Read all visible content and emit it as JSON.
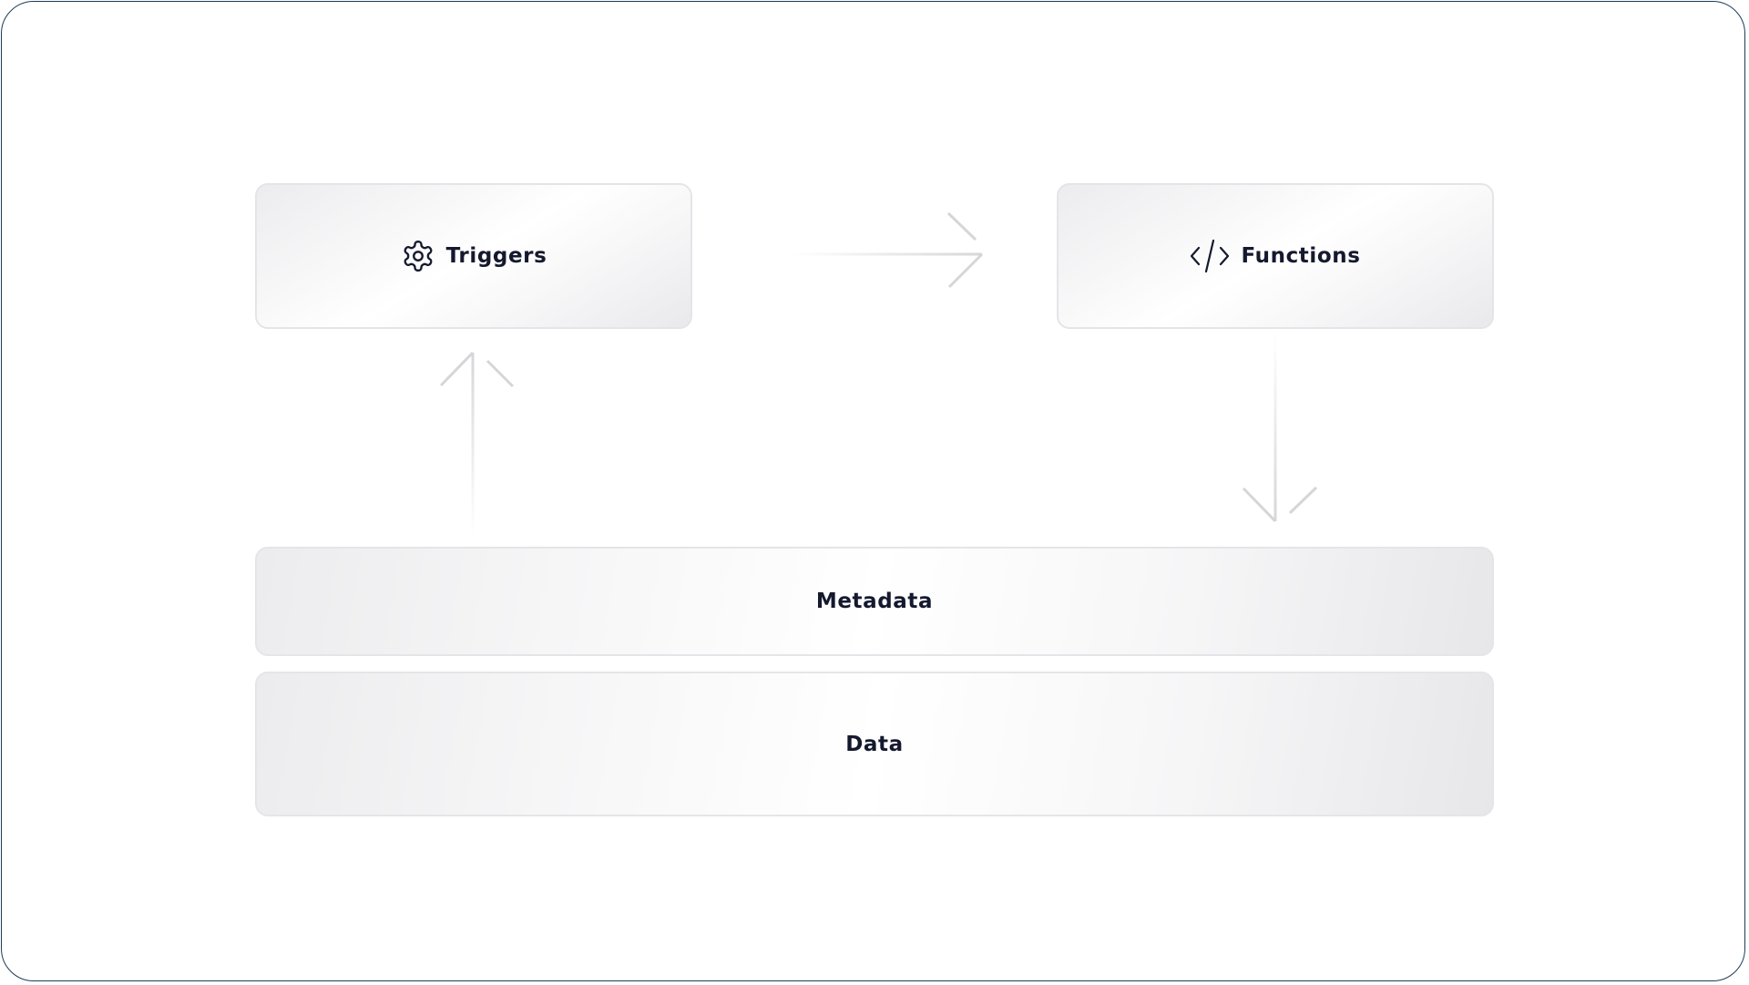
{
  "diagram": {
    "nodes": {
      "triggers": {
        "label": "Triggers",
        "icon": "gear-icon"
      },
      "functions": {
        "label": "Functions",
        "icon": "code-icon"
      },
      "metadata": {
        "label": "Metadata"
      },
      "data": {
        "label": "Data"
      }
    },
    "edges": [
      {
        "from": "triggers",
        "to": "functions"
      },
      {
        "from": "functions",
        "to": "metadata"
      },
      {
        "from": "metadata",
        "to": "triggers"
      }
    ],
    "colors": {
      "frame_border": "#1f3b57",
      "text": "#14192e",
      "arrow": "#d6d6d9",
      "box_border": "#e4e5e8"
    }
  }
}
